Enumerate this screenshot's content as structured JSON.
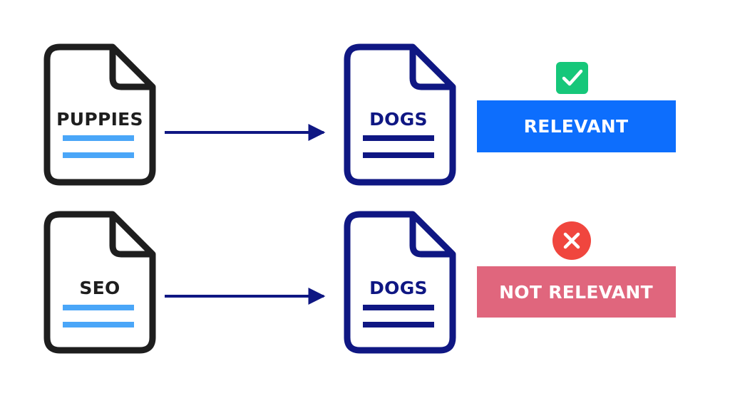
{
  "colors": {
    "source_doc": "#1e1e1e",
    "source_lines": "#4aa6f8",
    "target_doc": "#0f1783",
    "arrow": "#0f1783",
    "relevant_badge": "#0d6efd",
    "not_relevant_badge": "#e0667d",
    "check_icon_bg": "#16c77a",
    "cross_icon_bg": "#f0463e",
    "badge_text": "#ffffff"
  },
  "rows": [
    {
      "source_label": "PUPPIES",
      "target_label": "DOGS",
      "result_icon": "check-icon",
      "result_label": "RELEVANT"
    },
    {
      "source_label": "SEO",
      "target_label": "DOGS",
      "result_icon": "cross-icon",
      "result_label": "NOT RELEVANT"
    }
  ]
}
